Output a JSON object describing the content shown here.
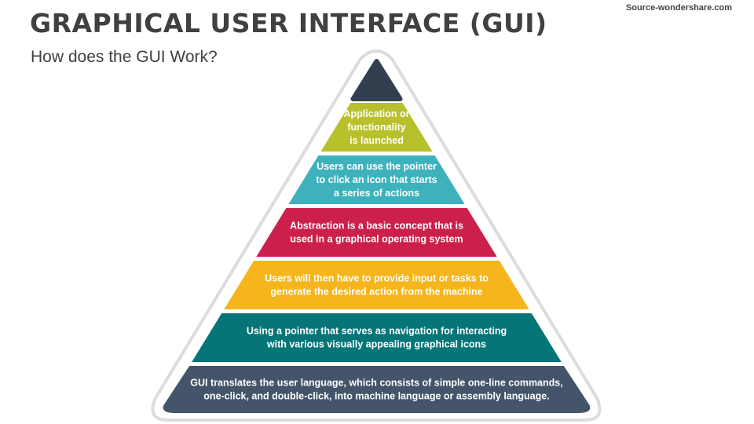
{
  "header": {
    "title": "GRAPHICAL USER INTERFACE (GUI)",
    "subtitle": "How does the GUI Work?",
    "source": "Source-wondershare.com"
  },
  "pyramid": {
    "outline_color": "#dcdcdc",
    "levels": [
      {
        "lines": [],
        "color": "#333f4f"
      },
      {
        "lines": [
          "Application or",
          "functionality",
          "is launched"
        ],
        "color": "#b8c02c"
      },
      {
        "lines": [
          "Users can use the pointer",
          "to click an icon that starts",
          "a series of actions"
        ],
        "color": "#3eb2bc"
      },
      {
        "lines": [
          "Abstraction is a basic concept that is",
          "used in a graphical operating system"
        ],
        "color": "#cc1f4b"
      },
      {
        "lines": [
          "Users will then have to provide input or tasks to",
          "generate the desired action from the machine"
        ],
        "color": "#f5b51b"
      },
      {
        "lines": [
          "Using a pointer that serves as navigation for interacting",
          "with various visually appealing graphical icons"
        ],
        "color": "#057578"
      },
      {
        "lines": [
          "GUI translates the user language, which consists of simple one-line commands,",
          "one-click, and double-click, into machine language or assembly language."
        ],
        "color": "#44546a"
      }
    ]
  }
}
